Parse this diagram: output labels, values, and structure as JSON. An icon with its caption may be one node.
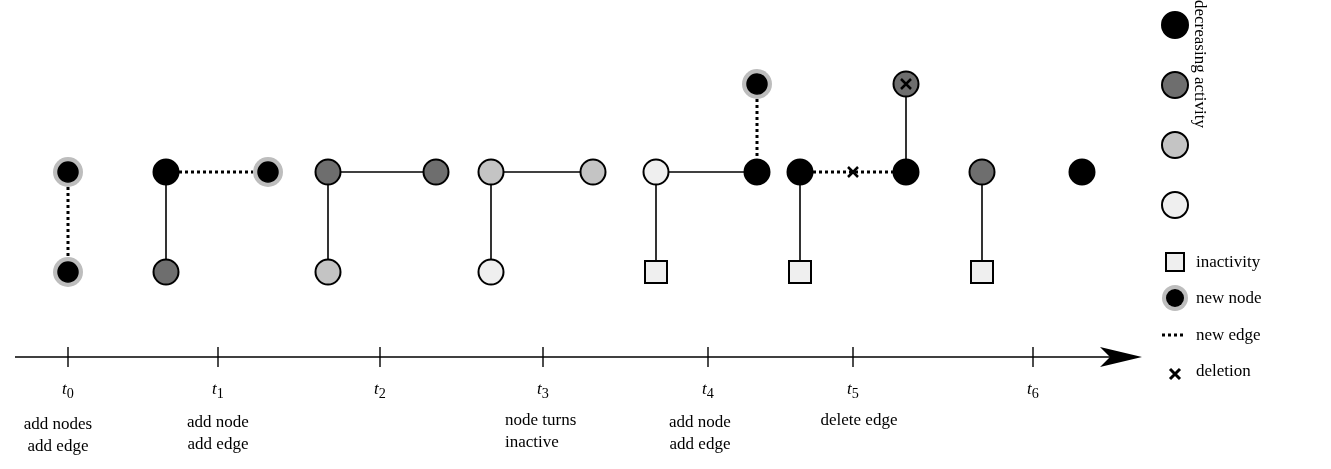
{
  "diagram": {
    "nodes": [
      {
        "text": [],
        "shape": "circle"
      },
      {
        "text": [],
        "shape": "circle"
      },
      {
        "text": [],
        "shape": "circle"
      },
      {
        "text": [],
        "shape": "circle"
      },
      {
        "text": [],
        "shape": "circle"
      },
      {
        "text": [],
        "shape": "circle"
      },
      {
        "text": [],
        "shape": "circle"
      },
      {
        "text": [],
        "shape": "circle"
      },
      {
        "text": [],
        "shape": "circle"
      },
      {
        "text": [],
        "shape": "circle"
      },
      {
        "text": [],
        "shape": "circle"
      },
      {
        "text": [],
        "shape": "circle"
      },
      {
        "text": [],
        "shape": "circle"
      },
      {
        "text": [],
        "shape": "circle"
      },
      {
        "text": [],
        "shape": "box"
      },
      {
        "text": [],
        "shape": "circle"
      },
      {
        "text": [],
        "shape": "circle"
      },
      {
        "text": [],
        "shape": "circle"
      },
      {
        "text": [],
        "shape": "box"
      },
      {
        "text": [],
        "shape": "circle"
      },
      {
        "text": [],
        "shape": "circle"
      },
      {
        "text": [],
        "shape": "box"
      }
    ],
    "edges": [
      {
        "from": 0,
        "to": 1,
        "arrow": "none",
        "style": "dashed"
      },
      {
        "from": 2,
        "to": 3,
        "arrow": "none",
        "style": "dashed"
      },
      {
        "from": 2,
        "to": 4,
        "arrow": "none"
      },
      {
        "from": 5,
        "to": 6,
        "arrow": "none"
      },
      {
        "from": 5,
        "to": 7,
        "arrow": "none"
      },
      {
        "from": 8,
        "to": 9,
        "arrow": "none"
      },
      {
        "from": 8,
        "to": 10,
        "arrow": "none"
      },
      {
        "from": 12,
        "to": 13,
        "arrow": "none",
        "style": "dashed"
      },
      {
        "from": 11,
        "to": 13,
        "arrow": "none"
      },
      {
        "from": 11,
        "to": 14,
        "arrow": "none"
      },
      {
        "from": 16,
        "to": 17,
        "arrow": "none"
      },
      {
        "from": 15,
        "to": 17,
        "arrow": "none",
        "style": "dashed"
      },
      {
        "from": 15,
        "to": 18,
        "arrow": "none"
      },
      {
        "from": 19,
        "to": 21,
        "arrow": "none"
      }
    ],
    "labels": [
      "*t*$_{0}$",
      "*t*$_{1}$",
      "*t*$_{2}$",
      "*t*$_{3}$",
      "*t*$_{4}$",
      "*t*$_{5}$",
      "*t*$_{6}$",
      "add nodes add edge",
      "add node add edge",
      "node turns inactive",
      "add node add edge",
      "delete edge"
    ],
    "legend": [
      {
        "text": "decreasing activity"
      },
      {
        "text": "inactivity"
      },
      {
        "text": "new node"
      },
      {
        "text": "new edge"
      },
      {
        "text": "deletion"
      }
    ]
  }
}
